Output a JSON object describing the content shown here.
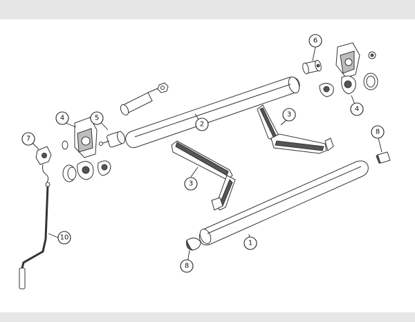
{
  "callouts": [
    {
      "id": "1",
      "label": "1"
    },
    {
      "id": "2",
      "label": "2"
    },
    {
      "id": "3a",
      "label": "3"
    },
    {
      "id": "3b",
      "label": "3"
    },
    {
      "id": "4a",
      "label": "4"
    },
    {
      "id": "4b",
      "label": "4"
    },
    {
      "id": "5",
      "label": "5"
    },
    {
      "id": "6",
      "label": "6"
    },
    {
      "id": "7",
      "label": "7"
    },
    {
      "id": "8a",
      "label": "8"
    },
    {
      "id": "8b",
      "label": "8"
    },
    {
      "id": "10",
      "label": "10"
    }
  ],
  "colors": {
    "page_background": "#e6e6e6",
    "sheet_background": "#ffffff",
    "line": "#333333",
    "dark_fill": "#555555"
  }
}
